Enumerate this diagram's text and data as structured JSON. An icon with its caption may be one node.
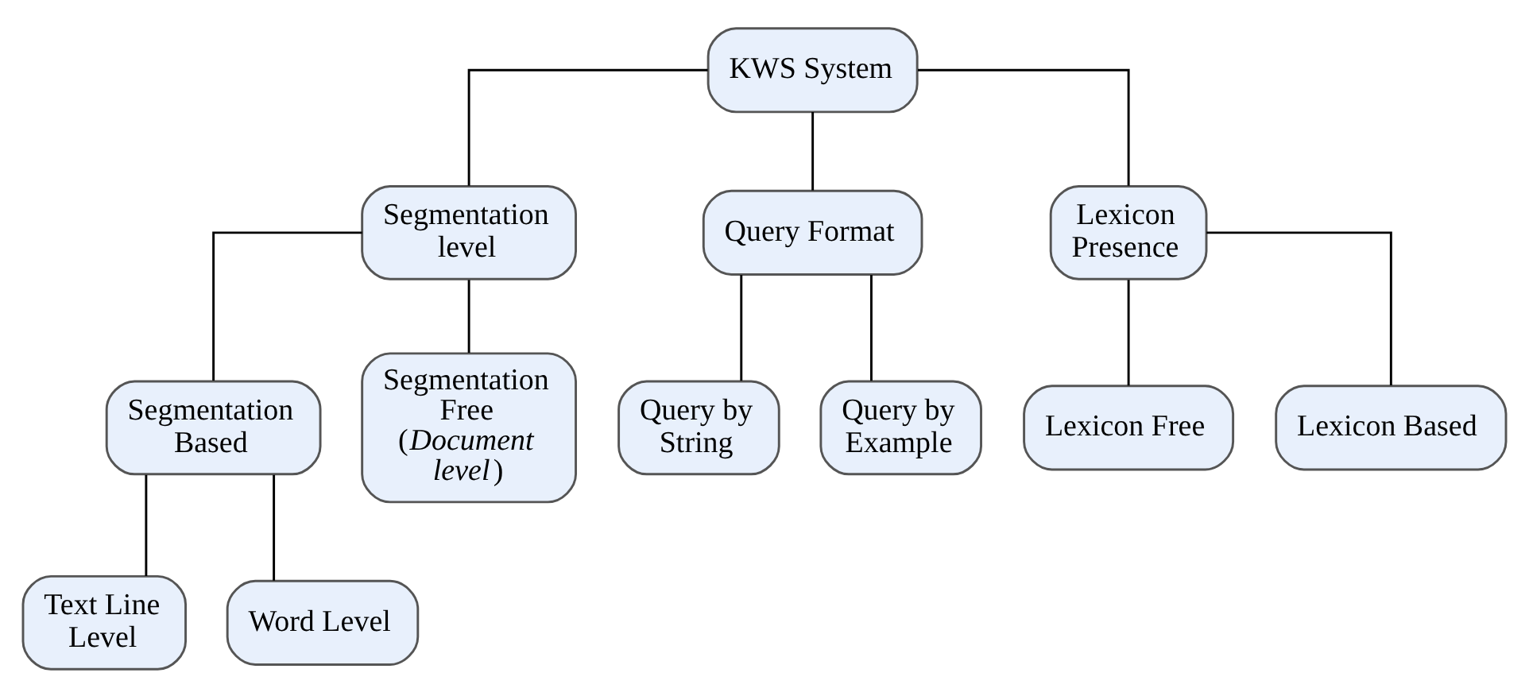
{
  "diagram": {
    "nodes": [
      {
        "text": [
          "KWS System"
        ]
      },
      {
        "text": [
          "Segmentation level"
        ]
      },
      {
        "text": [
          "Query Format"
        ]
      },
      {
        "text": [
          "Lexicon Presence"
        ]
      },
      {
        "text": [
          "Segmentation Based"
        ]
      },
      {
        "text": [
          "Segmentation Free (*Document level*)"
        ]
      },
      {
        "text": [
          "Query by String"
        ]
      },
      {
        "text": [
          "Query by Example"
        ]
      },
      {
        "text": [
          "Lexicon Free"
        ]
      },
      {
        "text": [
          "Lexicon Based"
        ]
      },
      {
        "text": [
          "Text Line Level"
        ]
      },
      {
        "text": [
          "Word Level"
        ]
      }
    ],
    "edges": [
      {
        "from": 0,
        "to": 1,
        "arrow": "none"
      },
      {
        "from": 0,
        "to": 2,
        "arrow": "none"
      },
      {
        "from": 0,
        "to": 3,
        "arrow": "none"
      },
      {
        "from": 1,
        "to": 4,
        "arrow": "none"
      },
      {
        "from": 1,
        "to": 5,
        "arrow": "none"
      },
      {
        "from": 2,
        "to": 6,
        "arrow": "none"
      },
      {
        "from": 2,
        "to": 7,
        "arrow": "none"
      },
      {
        "from": 3,
        "to": 8,
        "arrow": "none"
      },
      {
        "from": 3,
        "to": 9,
        "arrow": "none"
      },
      {
        "from": 4,
        "to": 10,
        "arrow": "none"
      },
      {
        "from": 4,
        "to": 11,
        "arrow": "none"
      }
    ]
  }
}
